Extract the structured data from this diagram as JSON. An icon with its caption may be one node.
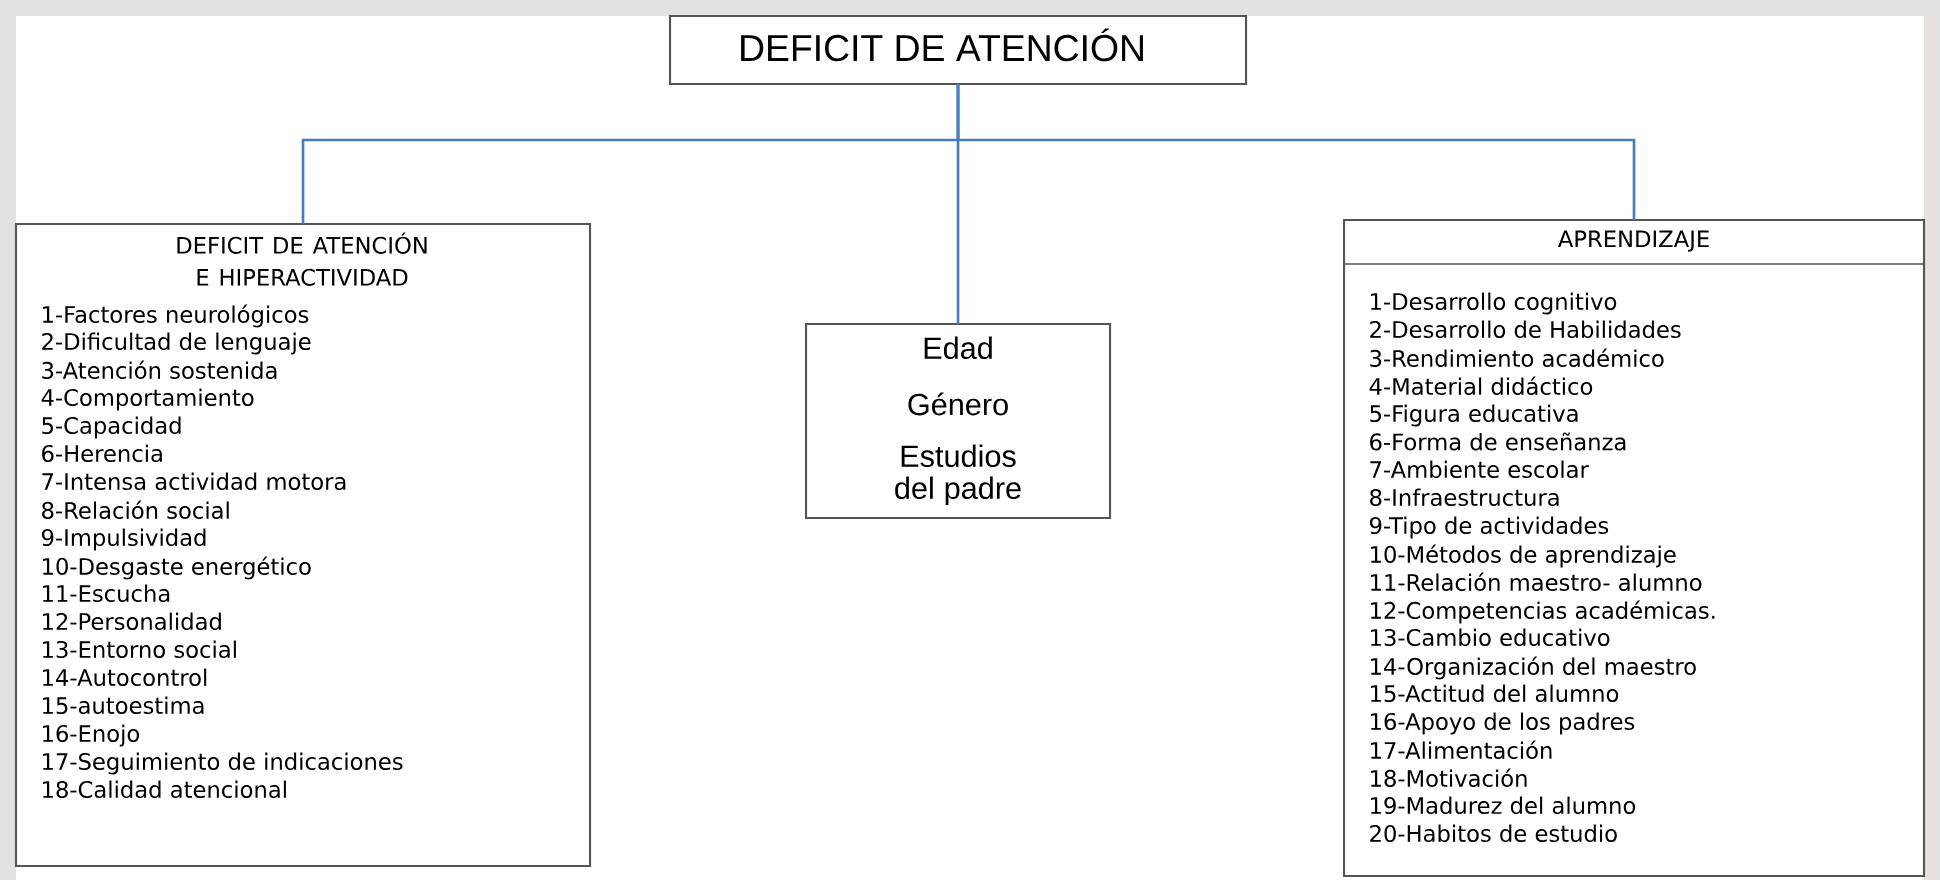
{
  "diagram": {
    "nodes": [
      {
        "text": [
          "DEFICIT DE ATENCIÓN"
        ]
      },
      {
        "text": [
          "DEFICIT DE ATENCIÓN E HIPERACTIVIDAD",
          "1-Factores neurológicos",
          "2-Dificultad de lenguaje",
          "3-Atención sostenida",
          "4-Comportamiento",
          "5-Capacidad",
          "6-Herencia",
          "7-Intensa actividad motora",
          "8-Relación social",
          "9-Impulsividad",
          "10-Desgaste energético",
          "11-Escucha",
          "12-Personalidad",
          "13-Entorno social",
          "14-Autocontrol",
          "15-autoestima",
          "16-Enojo",
          "17-Seguimiento de indicaciones",
          "18-Calidad atencional"
        ]
      },
      {
        "text": [
          "Edad",
          "Género",
          "Estudios del padre"
        ]
      },
      {
        "text": [
          "APRENDIZAJE",
          "1-Desarrollo cognitivo",
          "2-Desarrollo de Habilidades",
          "3-Rendimiento académico",
          "4-Material didáctico",
          "5-Figura educativa",
          "6-Forma de enseñanza",
          "7-Ambiente escolar",
          "8-Infraestructura",
          "9-Tipo de actividades",
          "10-Métodos de aprendizaje",
          "11-Relación maestro- alumno",
          "12-Competencias académicas.",
          "13-Cambio educativo",
          "14-Organización del maestro",
          "15-Actitud del alumno",
          "16-Apoyo de los padres",
          "17-Alimentación",
          "18-Motivación",
          "19-Madurez del alumno",
          "20-Habitos de estudio"
        ]
      }
    ],
    "edges": [
      {
        "from": 0,
        "to": 1,
        "arrow": "none"
      },
      {
        "from": 0,
        "to": 2,
        "arrow": "none"
      },
      {
        "from": 0,
        "to": 3,
        "arrow": "none"
      }
    ]
  }
}
